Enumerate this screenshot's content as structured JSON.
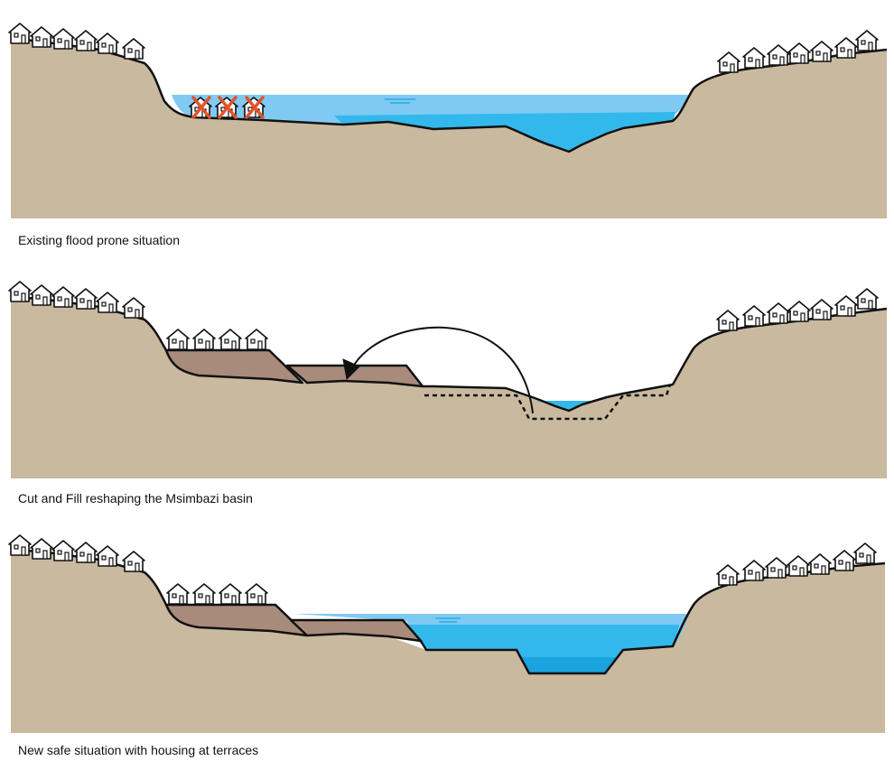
{
  "panels": [
    {
      "caption": "Existing flood prone situation"
    },
    {
      "caption": "Cut and Fill reshaping the Msimbazi basin"
    },
    {
      "caption": "New safe situation with housing at terraces"
    }
  ],
  "colors": {
    "ground": "#c9b99f",
    "fill_terrace": "#a88b7a",
    "water_light": "#7fcaf3",
    "water_mid": "#33b8eb",
    "water_deep": "#1aa3dd",
    "outline": "#111111",
    "house_fill": "#ffffff",
    "flooded_mark": "#e4532a"
  },
  "icons": {
    "house": "house-icon",
    "flooded_house": "flooded-house-icon",
    "arrow": "cut-fill-arrow-icon"
  }
}
